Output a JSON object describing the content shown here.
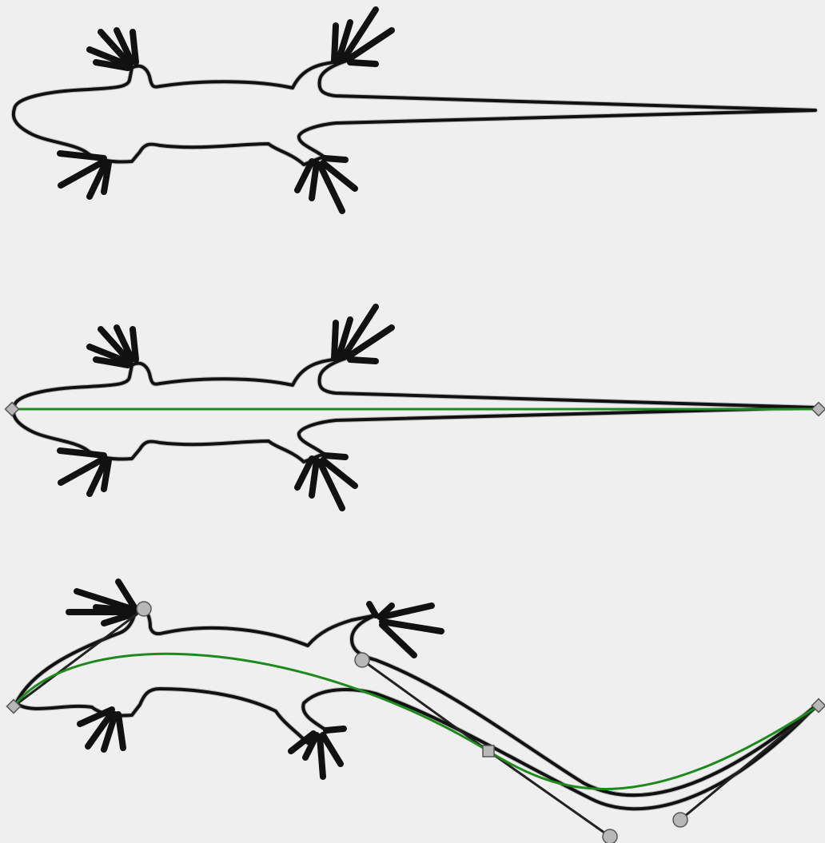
{
  "colors": {
    "background": "#efefef",
    "outline": "#111111",
    "skeleton_path": "#1e8a1e",
    "node_fill": "#b8b8b8",
    "node_stroke": "#555555"
  },
  "panels": [
    {
      "name": "original-lizard-outline",
      "has_skeleton_path": false
    },
    {
      "name": "lizard-with-straight-skeleton-path",
      "has_skeleton_path": true,
      "path_shape": "straight"
    },
    {
      "name": "lizard-bent-along-curved-skeleton-path",
      "has_skeleton_path": true,
      "path_shape": "s-curve"
    }
  ],
  "node_types": {
    "end-node": "diamond",
    "smooth-node": "square",
    "bezier-handle": "circle"
  }
}
